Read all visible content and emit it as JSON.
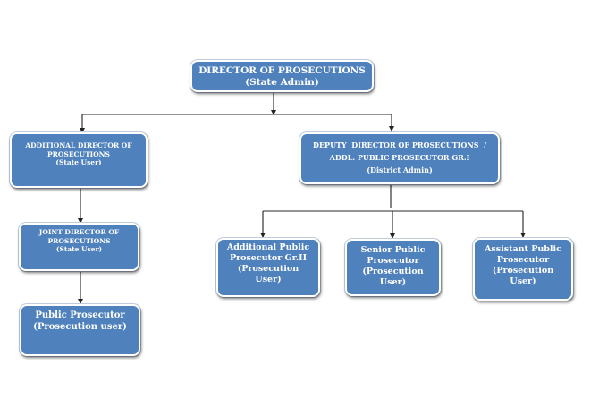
{
  "colors": {
    "box_fill": "#4f81bd",
    "box_text": "#ffffff",
    "connector": "#222222",
    "background": "#ffffff"
  },
  "nodes": {
    "director": {
      "lines": [
        "DIRECTOR OF PROSECUTIONS",
        "(State Admin)"
      ]
    },
    "additional_director": {
      "lines": [
        "ADDITIONAL DIRECTOR OF",
        "PROSECUTIONS",
        "(State User)"
      ]
    },
    "deputy_director": {
      "lines": [
        "DEPUTY  DIRECTOR OF PROSECUTIONS  /",
        "ADDL. PUBLIC PROSECUTOR GR.I",
        "(District Admin)"
      ]
    },
    "joint_director": {
      "lines": [
        "JOINT DIRECTOR OF",
        "PROSECUTIONS",
        "(State User)"
      ]
    },
    "public_prosecutor": {
      "lines": [
        "Public Prosecutor",
        "(Prosecution user)"
      ]
    },
    "additional_public_prosecutor": {
      "lines": [
        "Additional Public",
        "Prosecutor Gr.II",
        "(Prosecution",
        "User)"
      ]
    },
    "senior_public_prosecutor": {
      "lines": [
        "Senior Public",
        "Prosecutor",
        "(Prosecution",
        "User)"
      ]
    },
    "assistant_public_prosecutor": {
      "lines": [
        "Assistant Public",
        "Prosecutor",
        "(Prosecution",
        "User)"
      ]
    }
  },
  "edges": [
    [
      "director",
      "additional_director"
    ],
    [
      "director",
      "deputy_director"
    ],
    [
      "additional_director",
      "joint_director"
    ],
    [
      "joint_director",
      "public_prosecutor"
    ],
    [
      "deputy_director",
      "additional_public_prosecutor"
    ],
    [
      "deputy_director",
      "senior_public_prosecutor"
    ],
    [
      "deputy_director",
      "assistant_public_prosecutor"
    ]
  ]
}
